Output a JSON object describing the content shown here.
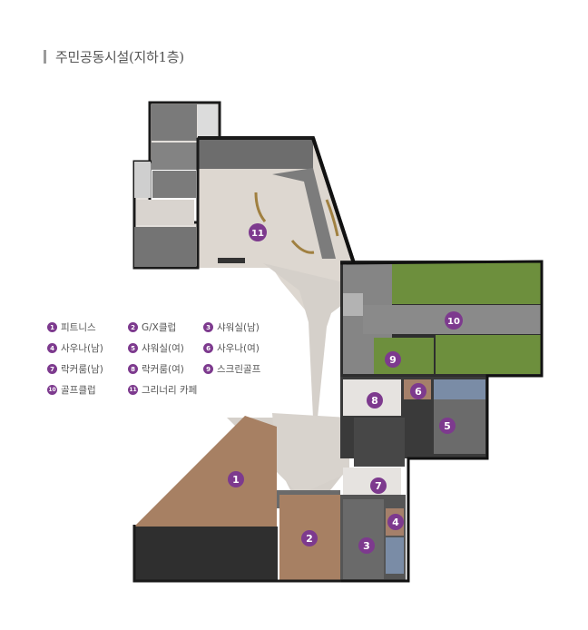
{
  "title": "주민공동시설(지하1층)",
  "colors": {
    "accent": "#7d3a8e",
    "wall": "#1a1a1a",
    "floor": "#d9d4cf",
    "wood": "#a78063",
    "grass": "#6b8f3d",
    "dark_gray": "#6a6a6a",
    "gym_mat": "#2d2d2d",
    "tile": "#8c8c8c"
  },
  "legend": [
    {
      "num": "1",
      "label": "피트니스"
    },
    {
      "num": "2",
      "label": "G/X클럽"
    },
    {
      "num": "3",
      "label": "샤워실(남)"
    },
    {
      "num": "4",
      "label": "사우나(남)"
    },
    {
      "num": "5",
      "label": "샤워실(여)"
    },
    {
      "num": "6",
      "label": "사우나(여)"
    },
    {
      "num": "7",
      "label": "락커룸(남)"
    },
    {
      "num": "8",
      "label": "락커룸(여)"
    },
    {
      "num": "9",
      "label": "스크린골프"
    },
    {
      "num": "10",
      "label": "골프클럽"
    },
    {
      "num": "11",
      "label": "그리너리 카페"
    }
  ],
  "markers": [
    "1",
    "2",
    "3",
    "4",
    "5",
    "6",
    "7",
    "8",
    "9",
    "10",
    "11"
  ]
}
